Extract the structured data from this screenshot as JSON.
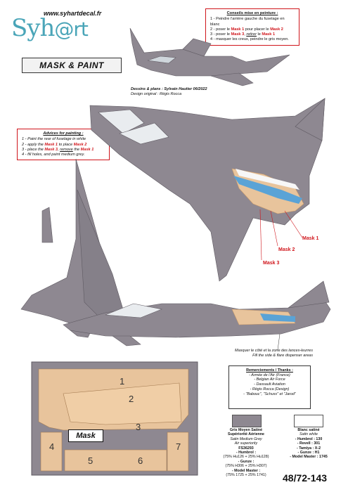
{
  "site_url": "www.syhartdecal.fr",
  "brand": {
    "part1": "Syh",
    "part2": "@rt"
  },
  "banner": "MASK & PAINT",
  "fr_instructions": {
    "title": "Conseils mise en peinture :",
    "line1": "1 - Peindre l'arrière gauche du fuselage en blanc",
    "line2_a": "2 - poser le ",
    "line2_b": "Mask 1",
    "line2_c": " pour placer le ",
    "line2_d": "Mask 2",
    "line3_a": "3 - poser le ",
    "line3_b": "Mask 3",
    "line3_c": ", ",
    "line3_d": "retirer",
    "line3_e": " le ",
    "line3_f": "Mask 1",
    "line4": "4 - masquer les creux, peindre le gris moyen."
  },
  "credits": {
    "line1": "Dessins & plans : Sylvain Hautier 06/2022",
    "line2": "Design original : Régis Rocca"
  },
  "en_instructions": {
    "title": "Advices for painting :",
    "line1": "1 - Paint the rear of fuselage in white",
    "line2_a": "2 - apply the ",
    "line2_b": "Mask 1",
    "line2_c": " to place ",
    "line2_d": "Mask 2",
    "line3_a": "3 - place the ",
    "line3_b": "Mask 3",
    "line3_c": ", ",
    "line3_d": "remove",
    "line3_e": " the ",
    "line3_f": "Mask 1",
    "line4": "4 - fill holes, and paint medium grey."
  },
  "mask_labels": {
    "m1": "Mask 1",
    "m2": "Mask 2",
    "m3": "Mask 3"
  },
  "side_note": {
    "line1": "Masquer le côté et la zone des lances-leurres",
    "line2": "Fill the side & flare dispenser areas"
  },
  "thanks": {
    "title": "Remerciements / Thanks :",
    "items": [
      "- Armée de l'Air (France)",
      "- Belgian Air Force",
      "- Dassault Aviation",
      "- Régis Rocca (Design)",
      "- \"Babouc\", \"Schuss\" et \"Jarod\""
    ]
  },
  "colors": {
    "grey_hex": "#8e8891",
    "white_hex": "#ffffff",
    "mask_hex": "#e8c49c",
    "grey": {
      "name1": "Gris Moyen Satiné",
      "name2": "Supériorité Aérienne",
      "en1": "Satin Medium Grey",
      "en2": "Air superiority",
      "fs": "FS36293",
      "humbrol_h": "- Humbrol :",
      "humbrol": "(75% Hu126 + 25% Hu128)",
      "gunze_h": "- Gunze :",
      "gunze": "(75% H306 + 25% H307)",
      "mm_h": "- Model Master :",
      "mm": "(75% 1725 + 25% 1741)"
    },
    "white": {
      "name": "Blanc satiné",
      "en": "Satin white",
      "humbrol": "- Humbrol : 130",
      "revell": "- Revell : 301",
      "tamiya": "- Tamiya : X-2",
      "gunze": "- Gunze : H1",
      "mm": "- Model Master : 1745"
    }
  },
  "mask_sheet": {
    "word": "Mask",
    "n1": "1",
    "n2": "2",
    "n3": "3",
    "n4": "4",
    "n5": "5",
    "n6": "6",
    "n7": "7"
  },
  "reference": "48/72-143"
}
